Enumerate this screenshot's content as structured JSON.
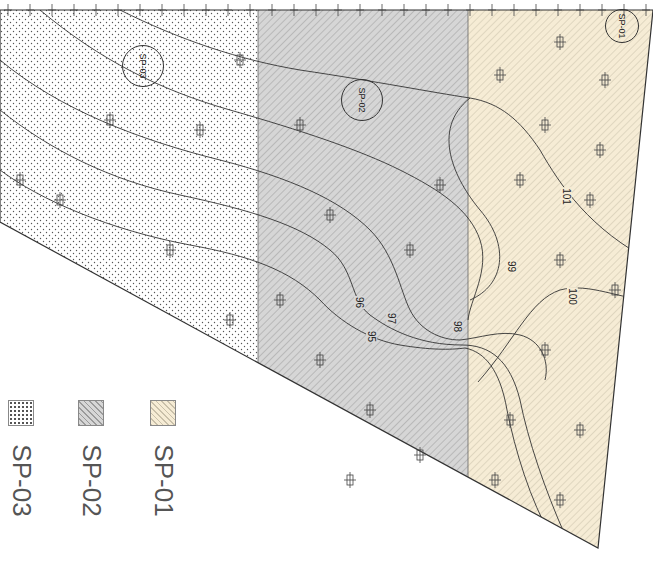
{
  "diagram": {
    "nodes": [
      {
        "text": [
          "SP-01"
        ]
      },
      {
        "text": [
          "SP-02"
        ]
      },
      {
        "text": [
          "SP-03"
        ]
      }
    ],
    "labels": [
      "101",
      "100",
      "99",
      "98",
      "97",
      "96",
      "95"
    ],
    "legend": [
      {
        "text": "SP-03",
        "color": "#ffffff"
      },
      {
        "text": "SP-02",
        "color": "#d6d6d6"
      },
      {
        "text": "SP-01",
        "color": "#f6ecd5"
      }
    ]
  }
}
